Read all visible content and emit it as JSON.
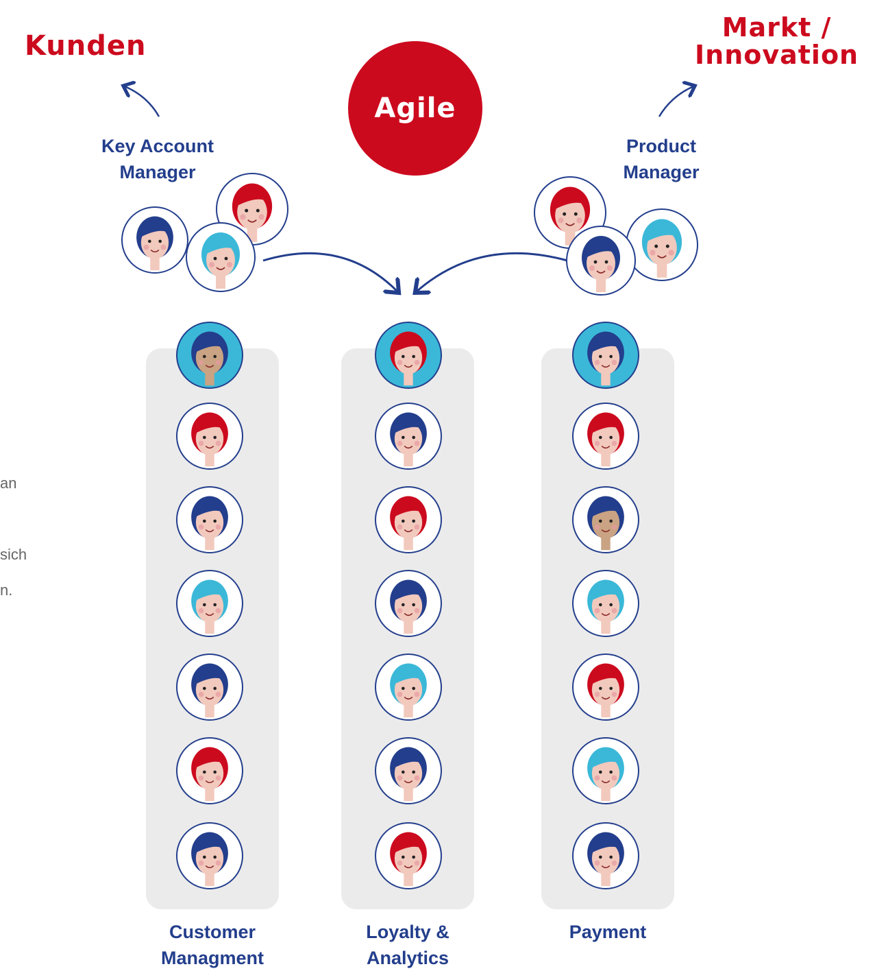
{
  "labels": {
    "kunden": "Kunden",
    "markt_line1": "Markt /",
    "markt_line2": "Innovation",
    "agile": "Agile",
    "role_left_line1": "Key Account",
    "role_left_line2": "Manager",
    "role_right_line1": "Product",
    "role_right_line2": "Manager"
  },
  "side_text_fragments": [
    "an",
    "sich",
    "n."
  ],
  "lanes": [
    {
      "label_line1": "Customer",
      "label_line2": "Managment"
    },
    {
      "label_line1": "Loyalty &",
      "label_line2": "Analytics"
    },
    {
      "label_line1": "Payment",
      "label_line2": ""
    }
  ],
  "colors": {
    "red": "#cc0a1e",
    "navy": "#233e8c",
    "cyan": "#3bb8d8",
    "lane_bg": "#ebebeb",
    "skin": "#f2c9bd",
    "skin_tan": "#c9a383"
  }
}
